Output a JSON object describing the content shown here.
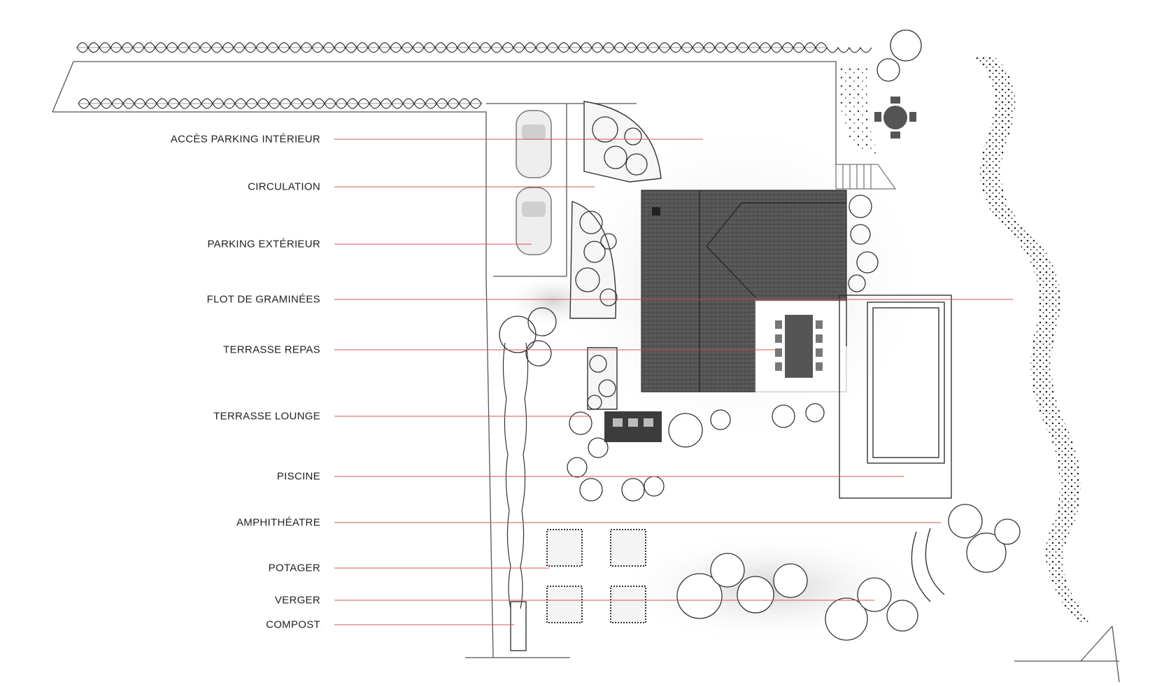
{
  "colors": {
    "leader": "#d9534f",
    "roof": "#555555",
    "ink": "#333333"
  },
  "labels": [
    {
      "text": "ACCÈS PARKING INTÉRIEUR"
    },
    {
      "text": "CIRCULATION"
    },
    {
      "text": "PARKING EXTÉRIEUR"
    },
    {
      "text": "FLOT DE GRAMINÉES"
    },
    {
      "text": "TERRASSE REPAS"
    },
    {
      "text": "TERRASSE LOUNGE"
    },
    {
      "text": "PISCINE"
    },
    {
      "text": "AMPHITHÉATRE"
    },
    {
      "text": "POTAGER"
    },
    {
      "text": "VERGER"
    },
    {
      "text": "COMPOST"
    }
  ]
}
